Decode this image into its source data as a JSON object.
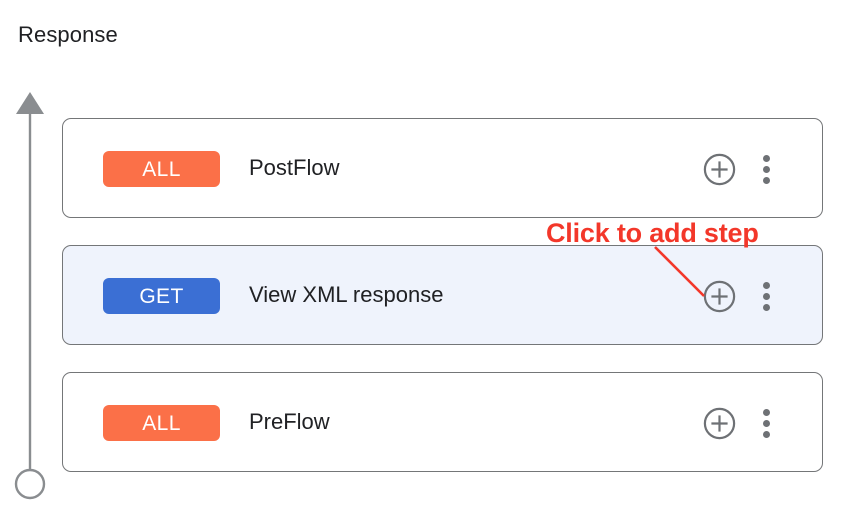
{
  "page": {
    "title": "Response",
    "background": "#ffffff"
  },
  "flow_arrow": {
    "name": "flow-direction-arrow",
    "direction": "up",
    "color": "#8a8d90",
    "head": "triangle",
    "tail": "circle"
  },
  "annotation": {
    "text": "Click to add step",
    "color": "#f3372a",
    "points_to": "add-step-button"
  },
  "colors": {
    "badge_all": "#fb7048",
    "badge_get": "#3b6fd4",
    "selected_row": "#eff3fc",
    "card_border": "#747678",
    "icon_gray": "#6e7175",
    "text": "#202124",
    "annotation_red": "#f3372a"
  },
  "icons": {
    "add_step": "plus-circle-icon",
    "more_options": "kebab-menu-icon"
  },
  "steps": [
    {
      "id": "postflow",
      "method": "ALL",
      "method_style": "all",
      "label": "PostFlow",
      "selected": false
    },
    {
      "id": "view-xml-response",
      "method": "GET",
      "method_style": "get",
      "label": "View XML response",
      "selected": true
    },
    {
      "id": "preflow",
      "method": "ALL",
      "method_style": "all",
      "label": "PreFlow",
      "selected": false
    }
  ]
}
